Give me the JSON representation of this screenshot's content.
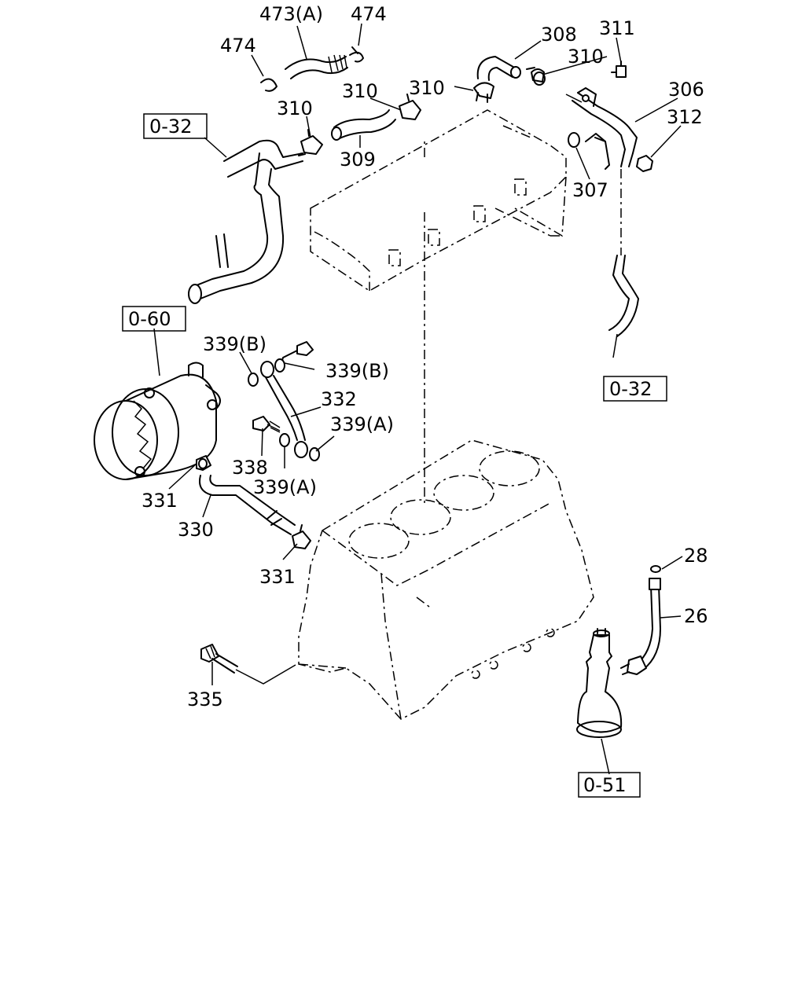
{
  "callouts": {
    "c473a": "473(A)",
    "c474_top": "474",
    "c474_left": "474",
    "c308": "308",
    "c311": "311",
    "c310_a": "310",
    "c310_b": "310",
    "c310_c": "310",
    "c310_d": "310",
    "c306": "306",
    "c312": "312",
    "c309": "309",
    "c307": "307",
    "c339b_top": "339(B)",
    "c339b_right": "339(B)",
    "c332": "332",
    "c339a_right": "339(A)",
    "c338": "338",
    "c339a_bottom": "339(A)",
    "c331_left": "331",
    "c330": "330",
    "c331_bottom": "331",
    "c28": "28",
    "c26": "26",
    "c335": "335"
  },
  "references": {
    "ref_032_left": "0-32",
    "ref_060": "0-60",
    "ref_032_right": "0-32",
    "ref_051": "0-51"
  }
}
